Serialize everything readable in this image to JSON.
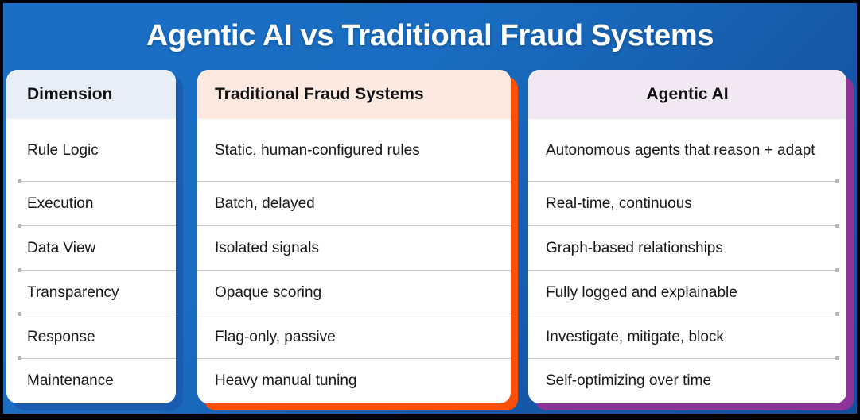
{
  "header": {
    "title": "Agentic AI vs Traditional Fraud Systems"
  },
  "colors": {
    "backdrop_blue": "#1a6fc4",
    "dimension_shadow": "#1a5cb0",
    "traditional_shadow": "#fa5008",
    "agentic_shadow": "#8e3498",
    "dimension_header_bg": "#e7eef8",
    "traditional_header_bg": "#fde9df",
    "agentic_header_bg": "#f2e8f3",
    "card_bg": "#ffffff",
    "separator": "#c3c6c9",
    "text": "#16181a",
    "title_text": "#ffffff"
  },
  "table": {
    "columns": [
      {
        "key": "dimension",
        "label": "Dimension"
      },
      {
        "key": "traditional",
        "label": "Traditional Fraud Systems"
      },
      {
        "key": "agentic",
        "label": "Agentic AI"
      }
    ],
    "rows": [
      {
        "dimension": "Rule Logic",
        "traditional": "Static, human-configured rules",
        "agentic": "Autonomous agents that reason + adapt"
      },
      {
        "dimension": "Execution",
        "traditional": "Batch, delayed",
        "agentic": "Real-time, continuous"
      },
      {
        "dimension": "Data View",
        "traditional": "Isolated signals",
        "agentic": "Graph-based relationships"
      },
      {
        "dimension": "Transparency",
        "traditional": "Opaque scoring",
        "agentic": "Fully logged and explainable"
      },
      {
        "dimension": "Response",
        "traditional": "Flag-only, passive",
        "agentic": "Investigate, mitigate, block"
      },
      {
        "dimension": "Maintenance",
        "traditional": "Heavy manual tuning",
        "agentic": "Self-optimizing over time"
      }
    ]
  }
}
